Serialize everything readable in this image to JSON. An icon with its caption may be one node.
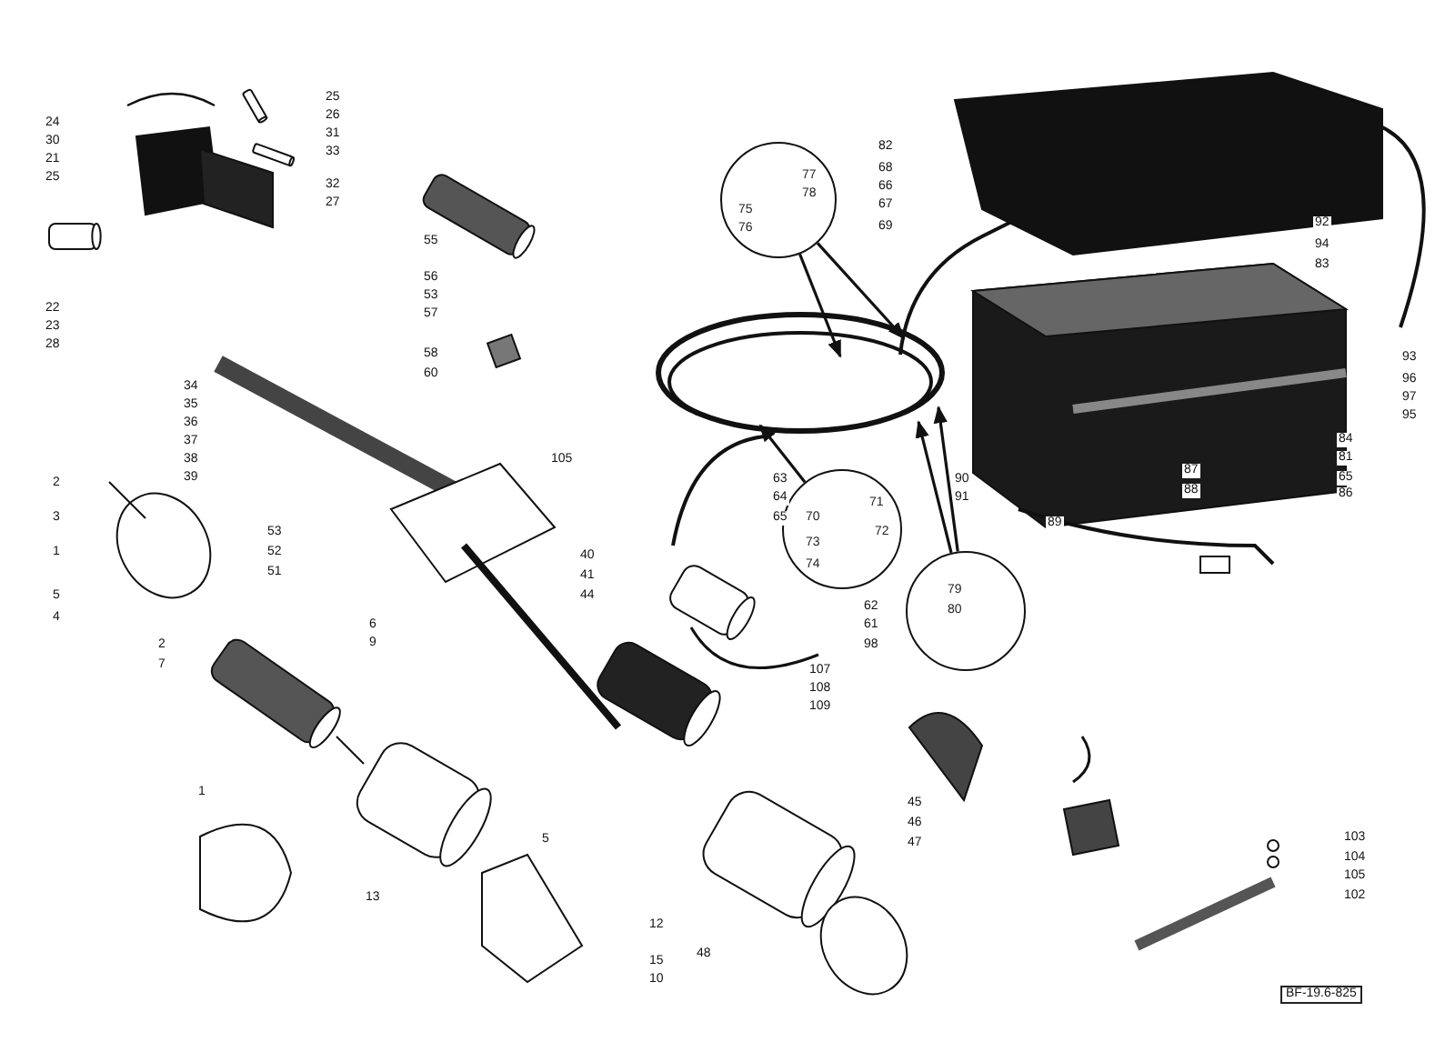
{
  "diagram": {
    "nodes": [
      {
        "text": [
          "77",
          "78",
          "75",
          "76"
        ]
      },
      {
        "text": [
          "71",
          "72",
          "70",
          "73",
          "74"
        ]
      },
      {
        "text": [
          "79",
          "80"
        ]
      }
    ],
    "edges": [
      {
        "from": 0,
        "to": null,
        "arrow": "to"
      },
      {
        "from": 0,
        "to": null,
        "arrow": "to"
      },
      {
        "from": 1,
        "to": null,
        "arrow": "to"
      },
      {
        "from": 2,
        "to": null,
        "arrow": "to"
      },
      {
        "from": 2,
        "to": null,
        "arrow": "to"
      }
    ],
    "labels": [
      "24",
      "30",
      "21",
      "25",
      "25",
      "26",
      "31",
      "33",
      "32",
      "27",
      "22",
      "23",
      "28",
      "55",
      "56",
      "53",
      "57",
      "58",
      "60",
      "82",
      "68",
      "66",
      "67",
      "69",
      "92",
      "94",
      "83",
      "93",
      "96",
      "97",
      "95",
      "84",
      "81",
      "65",
      "86",
      "34",
      "35",
      "36",
      "37",
      "38",
      "39",
      "2",
      "3",
      "1",
      "5",
      "4",
      "53",
      "52",
      "51",
      "105",
      "40",
      "41",
      "44",
      "90",
      "91",
      "87",
      "88",
      "89",
      "6",
      "9",
      "2",
      "7",
      "63",
      "64",
      "65",
      "62",
      "61",
      "98",
      "107",
      "108",
      "109",
      "45",
      "46",
      "47",
      "1",
      "103",
      "104",
      "105",
      "102",
      "13",
      "5",
      "12",
      "15",
      "10",
      "48",
      "BF-19.6-825"
    ]
  }
}
